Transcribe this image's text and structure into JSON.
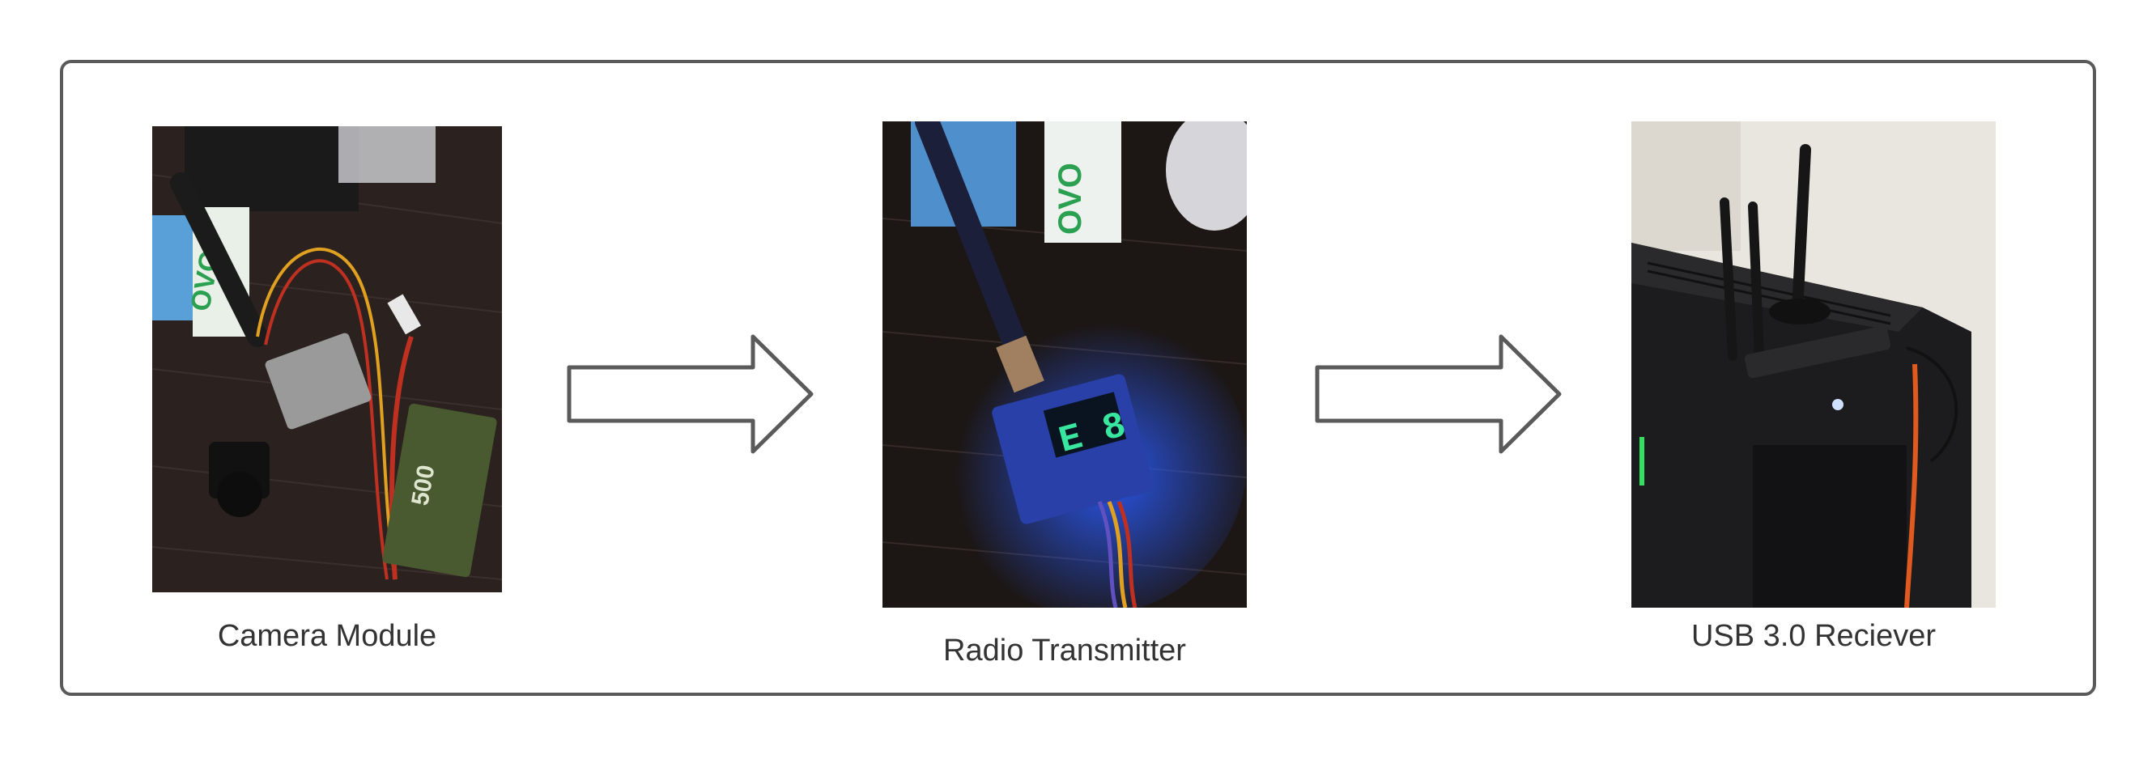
{
  "stages": [
    {
      "caption": "Camera Module",
      "image": "camera-module-photo"
    },
    {
      "caption": "Radio Transmitter",
      "image": "radio-transmitter-photo",
      "display_digits": "E 8"
    },
    {
      "caption": "USB 3.0 Reciever",
      "image": "usb-receiver-photo"
    }
  ],
  "connectors": [
    "right-arrow",
    "right-arrow"
  ],
  "colors": {
    "border": "#5a5a5a",
    "arrow_stroke": "#5a5a5a",
    "caption_text": "#333333",
    "led_glow": "#2a5cff",
    "display_green": "#39e6a0"
  }
}
